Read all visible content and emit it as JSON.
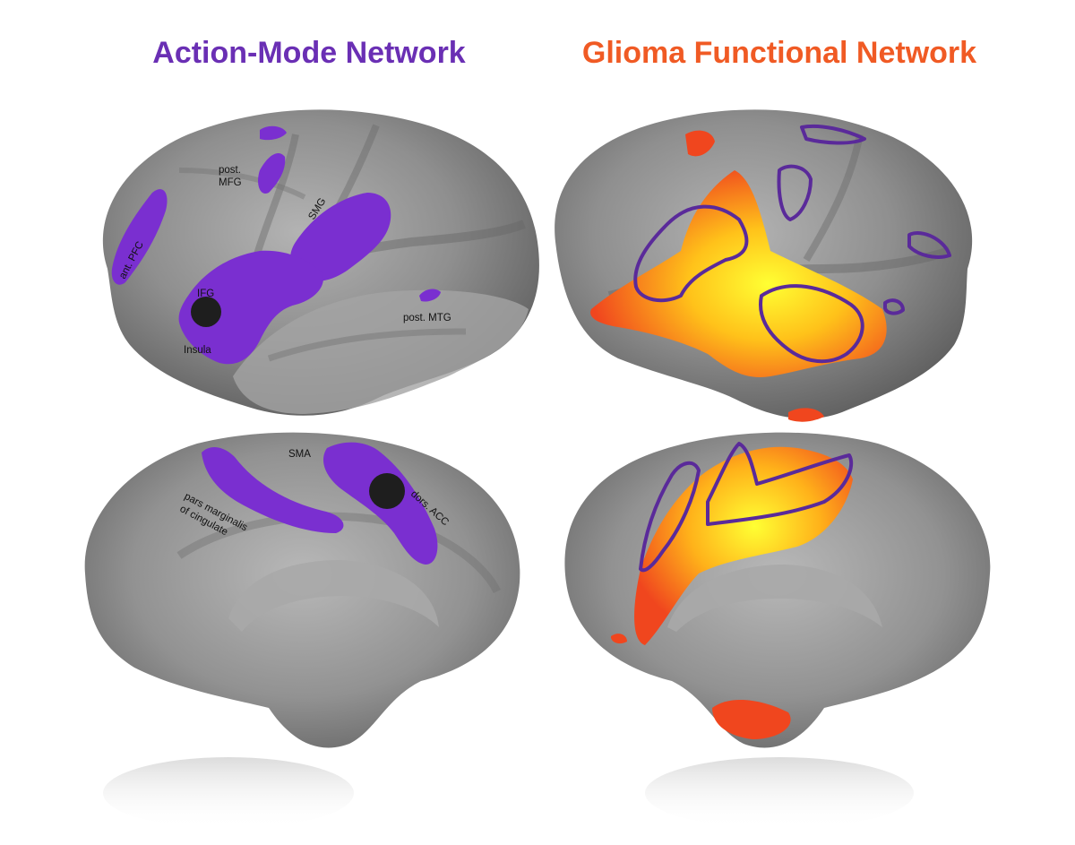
{
  "titles": {
    "left": "Action-Mode Network",
    "right": "Glioma Functional Network"
  },
  "colors": {
    "action_mode": "#7a2fd0",
    "glioma_high": "#ffff33",
    "glioma_low": "#f0461e",
    "outline": "#5a2a9a",
    "cortex": "#8c8c8c",
    "marker": "#1e1e1e"
  },
  "lateral_labels": {
    "ant_pfc": "ant. PFC",
    "post_mfg_1": "post.",
    "post_mfg_2": "MFG",
    "smg": "SMG",
    "ifg": "IFG",
    "insula": "Insula",
    "post_mtg": "post. MTG"
  },
  "medial_labels": {
    "sma": "SMA",
    "pars_1": "pars marginalis",
    "pars_2": "of cingulate",
    "dors_acc": "dors. ACC"
  }
}
